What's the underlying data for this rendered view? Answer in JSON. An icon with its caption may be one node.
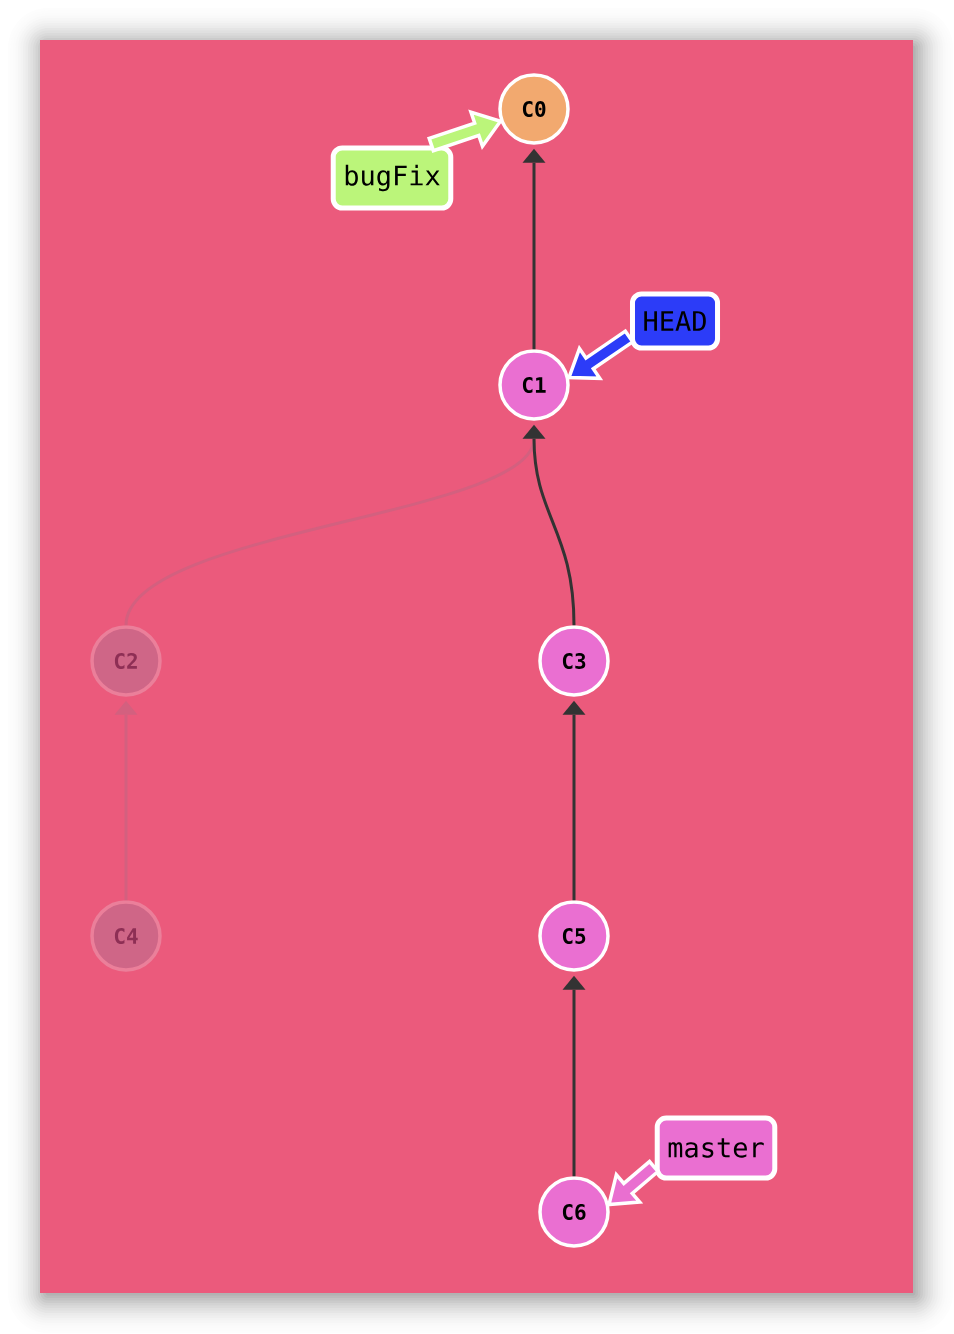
{
  "diagram": {
    "nodes": [
      {
        "text": [
          "C0"
        ]
      },
      {
        "text": [
          "bugFix"
        ]
      },
      {
        "text": [
          "HEAD"
        ]
      },
      {
        "text": [
          "C1"
        ]
      },
      {
        "text": [
          "C2"
        ]
      },
      {
        "text": [
          "C3"
        ]
      },
      {
        "text": [
          "C4"
        ]
      },
      {
        "text": [
          "C5"
        ]
      },
      {
        "text": [
          "master"
        ]
      },
      {
        "text": [
          "C6"
        ]
      }
    ],
    "edges": [
      {
        "from": 3,
        "to": 0,
        "arrow": "to"
      },
      {
        "from": 1,
        "to": 0,
        "arrow": "to",
        "style": "thick",
        "color": "#bbf57a"
      },
      {
        "from": 2,
        "to": 3,
        "arrow": "to",
        "style": "thick",
        "color": "#2c3cf8"
      },
      {
        "from": 4,
        "to": 3,
        "arrow": "to",
        "color": "#d3607f"
      },
      {
        "from": 5,
        "to": 3,
        "arrow": "to"
      },
      {
        "from": 6,
        "to": 4,
        "arrow": "to",
        "color": "#d3607f"
      },
      {
        "from": 7,
        "to": 5,
        "arrow": "to"
      },
      {
        "from": 9,
        "to": 7,
        "arrow": "to"
      },
      {
        "from": 8,
        "to": 9,
        "arrow": "to",
        "style": "thick",
        "color": "#e96fd0"
      }
    ]
  }
}
